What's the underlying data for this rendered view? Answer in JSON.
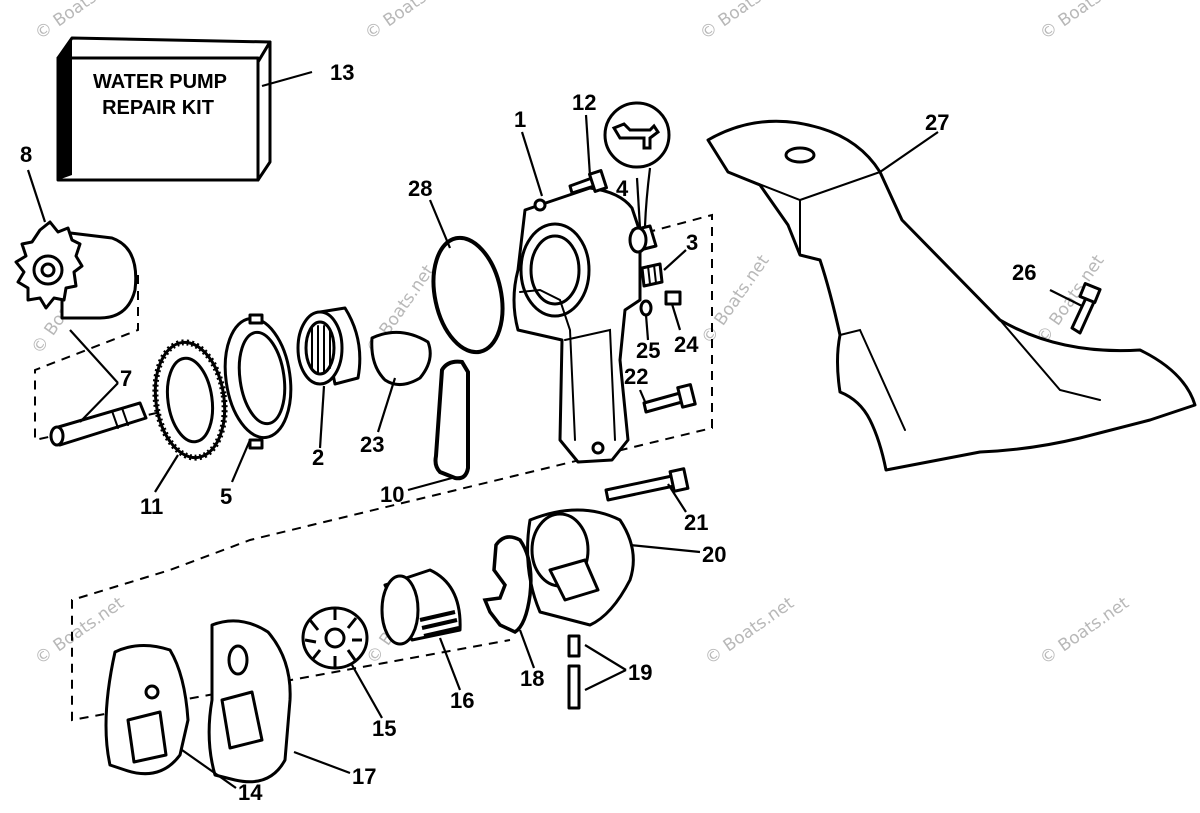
{
  "diagram": {
    "kit_box": {
      "line1": "WATER PUMP",
      "line2": "REPAIR KIT"
    },
    "callouts": {
      "c1": "1",
      "c2": "2",
      "c3": "3",
      "c4": "4",
      "c5": "5",
      "c7": "7",
      "c8": "8",
      "c10": "10",
      "c11": "11",
      "c12": "12",
      "c13": "13",
      "c14": "14",
      "c15": "15",
      "c16": "16",
      "c17": "17",
      "c18": "18",
      "c19": "19",
      "c20": "20",
      "c21": "21",
      "c22": "22",
      "c23": "23",
      "c24": "24",
      "c25": "25",
      "c26": "26",
      "c27": "27",
      "c28": "28"
    },
    "watermark": "© Boats.net"
  }
}
